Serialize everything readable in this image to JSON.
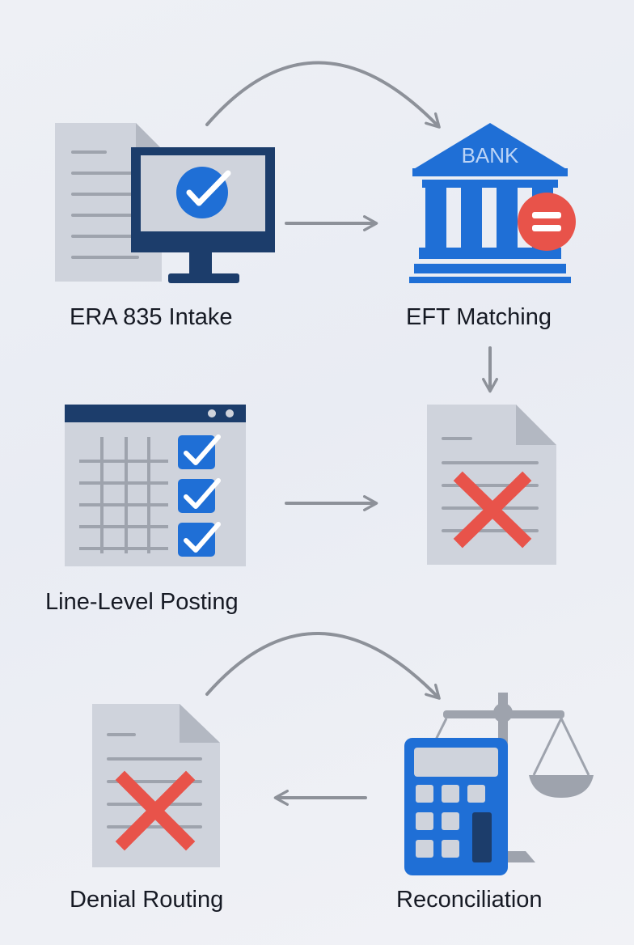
{
  "steps": [
    {
      "id": "era-intake",
      "label": "ERA 835 Intake"
    },
    {
      "id": "eft-matching",
      "label": "EFT Matching",
      "bank_text": "BANK"
    },
    {
      "id": "line-level-posting",
      "label": "Line-Level Posting"
    },
    {
      "id": "exception",
      "label": ""
    },
    {
      "id": "reconciliation",
      "label": "Reconciliation"
    },
    {
      "id": "denial-routing",
      "label": "Denial Routing"
    }
  ],
  "colors": {
    "navy": "#1c3d6b",
    "blue": "#1f6fd6",
    "gray_doc": "#cfd3dc",
    "gray_line": "#9ea3ad",
    "arrow": "#8d9199",
    "red": "#e8534a"
  },
  "icons": [
    "document-icon",
    "monitor-icon",
    "checkmark-icon",
    "bank-icon",
    "equals-badge-icon",
    "spreadsheet-icon",
    "checkbox-icon",
    "rejected-document-icon",
    "x-mark-icon",
    "calculator-icon",
    "balance-scale-icon"
  ]
}
